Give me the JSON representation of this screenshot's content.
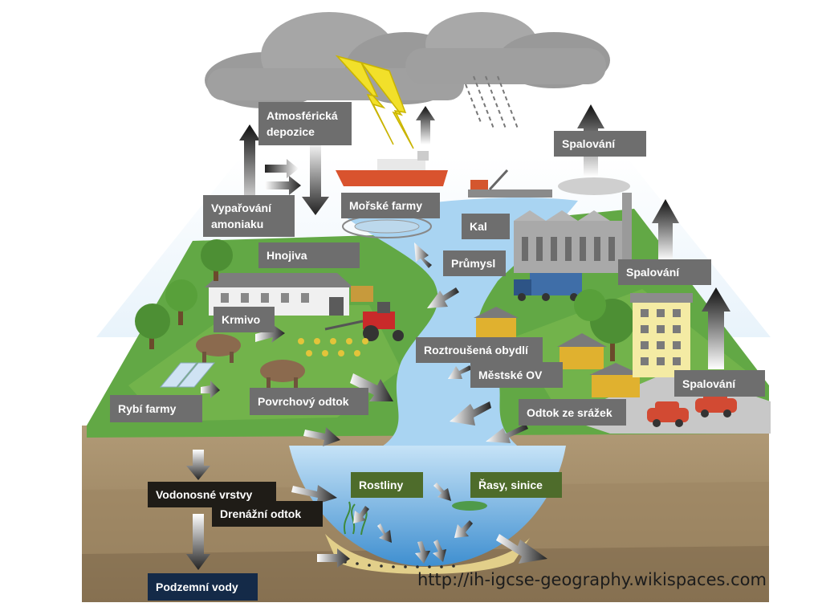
{
  "labels": {
    "atmospheric_deposition": [
      "Atmosférická",
      "depozice"
    ],
    "ammonia_volatilization": [
      "Vypařování",
      "amoniaku"
    ],
    "marine_farms": "Mořské farmy",
    "sludge": "Kal",
    "combustion_top": "Spalování",
    "fertilizers": "Hnojiva",
    "industry": "Průmysl",
    "combustion_middle": "Spalování",
    "feed": "Krmivo",
    "scattered_dwellings": "Roztroušená obydlí",
    "urban_wastewater": "Městské OV",
    "combustion_right": "Spalování",
    "fish_farms": "Rybí farmy",
    "surface_runoff": "Povrchový odtok",
    "rainfall_runoff": "Odtok ze srážek",
    "plants": "Rostliny",
    "algae": "Řasy, sinice",
    "aquifers": "Vodonosné vrstvy",
    "drainage_runoff": "Drenážní odtok",
    "groundwater": "Podzemní vody"
  },
  "source_url": "http://ih-igcse-geography.wikispaces.com",
  "colors": {
    "label_gray": "#6e6e6e",
    "label_green": "#4e6c2b",
    "label_dark": "#1f1c17",
    "label_navy": "#142a48",
    "grass": "#62a845",
    "water": "#a9d4f2",
    "soil": "#a88f6b"
  },
  "icons": [
    "cloud-icon",
    "lightning-icon",
    "rain-icon",
    "ship-icon",
    "factory-icon",
    "farmhouse-icon",
    "tractor-icon",
    "cow-icon",
    "tree-icon",
    "house-icon",
    "apartment-icon",
    "car-icon",
    "truck-icon",
    "arrow-icon"
  ]
}
